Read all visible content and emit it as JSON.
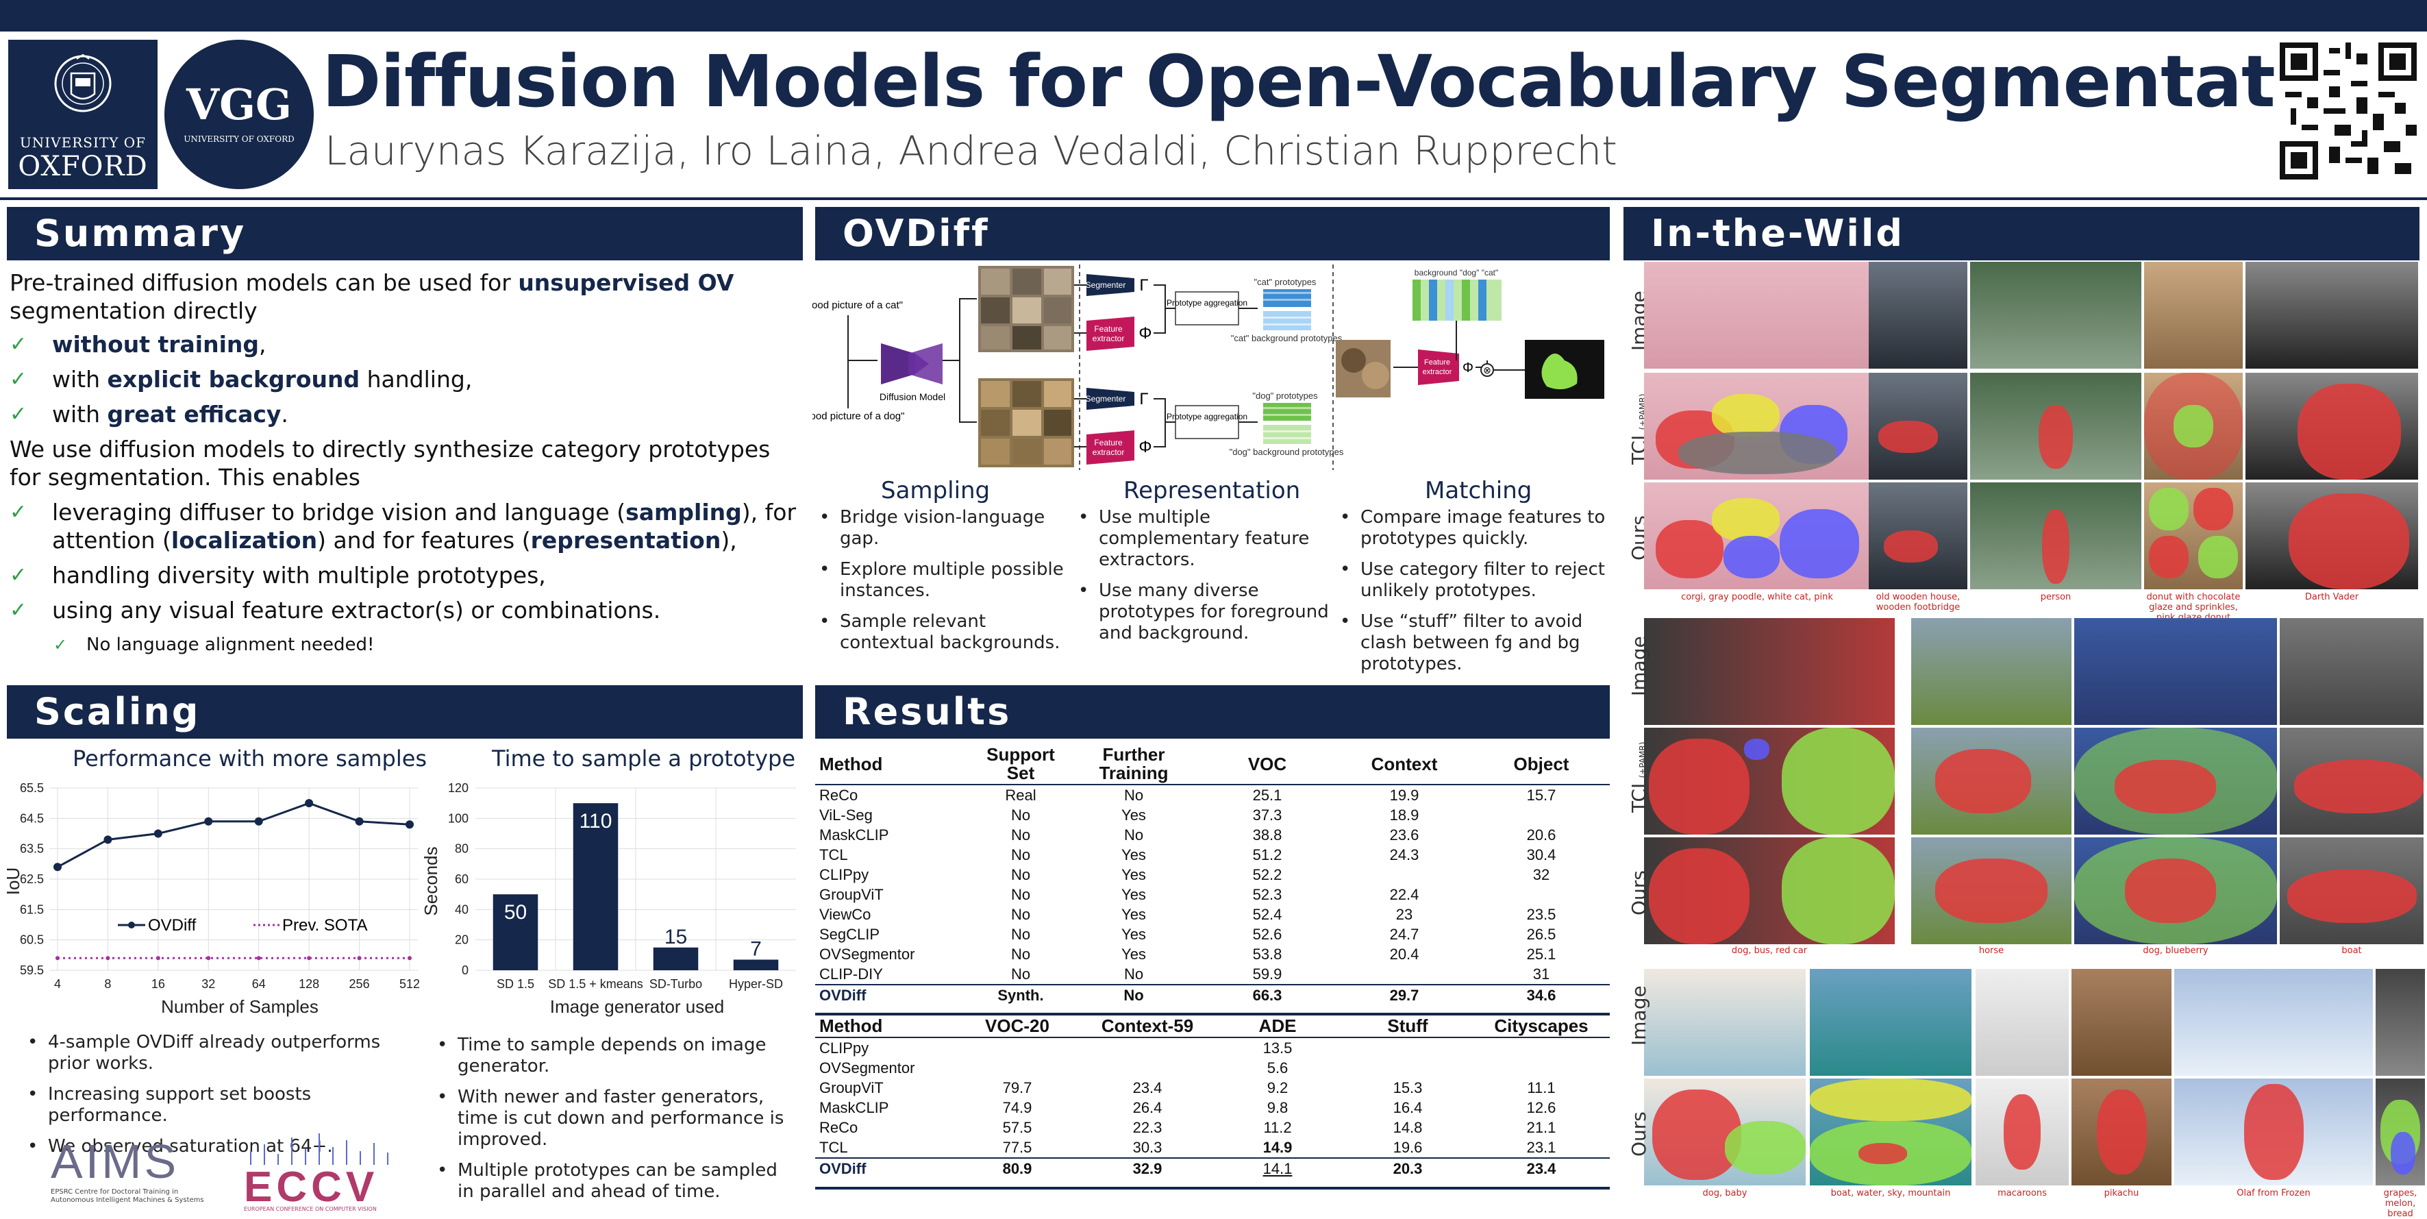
{
  "header": {
    "title": "Diffusion Models for Open-Vocabulary Segmentation",
    "authors": "Laurynas Karazija, Iro Laina, Andrea Vedaldi, Christian Rupprecht",
    "oxford_line1": "UNIVERSITY OF",
    "oxford_line2": "OXFORD",
    "vgg_main": "VGG",
    "vgg_sub": "UNIVERSITY OF OXFORD"
  },
  "summary": {
    "heading": "Summary",
    "intro_pre": "Pre-trained diffusion models can be used for ",
    "intro_bold": "unsupervised OV",
    "intro_post": "segmentation directly",
    "points": [
      {
        "pre": "",
        "bold": "without training",
        "post": ","
      },
      {
        "pre": "with ",
        "bold": "explicit background",
        "post": " handling,"
      },
      {
        "pre": "with ",
        "bold": "great efficacy",
        "post": "."
      }
    ],
    "para2": "We use diffusion models to directly synthesize category prototypes for segmentation. This enables",
    "p2_a": "leveraging diffuser to bridge vision and language (",
    "p2_b": "sampling",
    "p2_c": "), for attention (",
    "p2_d": "localization",
    "p2_e": ") and for features (",
    "p2_f": "representation",
    "p2_g": "),",
    "p3": "handling diversity with multiple prototypes,",
    "p4": "using any visual feature extractor(s) or combinations.",
    "p5": "No language alignment needed!"
  },
  "ovdiff": {
    "heading": "OVDiff",
    "prompt_cat": "\"A good picture of a cat\"",
    "prompt_dog": "\"A good picture of a dog\"",
    "diffusion_label": "Diffusion Model",
    "segmenter": "Segmenter",
    "feature_extractor": "Feature extractor",
    "proto_agg": "Prototype aggregation",
    "cat_protos": "\"cat\" prototypes",
    "cat_bg": "\"cat\" background prototypes",
    "dog_protos": "\"dog\" prototypes",
    "dog_bg": "\"dog\" background prototypes",
    "bg_legend": "background \"dog\" \"cat\"",
    "col_sampling": "Sampling",
    "col_representation": "Representation",
    "col_matching": "Matching",
    "sampling_points": [
      "Bridge vision-language gap.",
      "Explore multiple possible instances.",
      "Sample relevant contextual backgrounds."
    ],
    "representation_points": [
      "Use multiple complementary feature extractors.",
      "Use many diverse prototypes for foreground and background."
    ],
    "matching_points": [
      "Compare image features to prototypes quickly.",
      "Use category filter to reject unlikely prototypes.",
      "Use “stuff” filter to avoid clash between fg and bg prototypes."
    ]
  },
  "scaling": {
    "heading": "Scaling",
    "left_points": [
      "4-sample OVDiff already outperforms prior works.",
      "Increasing support set boosts performance.",
      "We observed saturation at 64+."
    ],
    "right_points": [
      "Time to sample depends on image generator.",
      "With newer and faster generators, time is cut down and performance is improved.",
      "Multiple prototypes can be sampled in parallel and ahead of time."
    ],
    "logo_aims": "AIMS",
    "logo_aims_sub": "EPSRC Centre for Doctoral Training in Autonomous Intelligent Machines & Systems",
    "logo_eccv": "ECCV",
    "logo_eccv_sub": "EUROPEAN CONFERENCE ON COMPUTER VISION"
  },
  "chart_data": [
    {
      "type": "line",
      "title": "Performance with more samples",
      "xlabel": "Number of Samples",
      "ylabel": "IoU",
      "x": [
        "4",
        "8",
        "16",
        "32",
        "64",
        "128",
        "256",
        "512"
      ],
      "series": [
        {
          "name": "OVDiff",
          "values": [
            62.9,
            63.8,
            64.0,
            64.4,
            64.4,
            65.0,
            64.4,
            64.3
          ],
          "color": "#15274a"
        },
        {
          "name": "Prev. SOTA",
          "values": [
            59.9,
            59.9,
            59.9,
            59.9,
            59.9,
            59.9,
            59.9,
            59.9
          ],
          "color": "#a3329e"
        }
      ],
      "yticks": [
        "59.5",
        "60.5",
        "61.5",
        "62.5",
        "63.5",
        "64.5",
        "65.5"
      ],
      "ylim": [
        59.5,
        65.5
      ],
      "grid": true,
      "legend": "bottom-center"
    },
    {
      "type": "bar",
      "title": "Time to sample a prototype",
      "xlabel": "Image generator used",
      "ylabel": "Seconds",
      "categories": [
        "SD 1.5",
        "SD 1.5 + kmeans",
        "SD-Turbo",
        "Hyper-SD"
      ],
      "values": [
        50,
        110,
        15,
        7
      ],
      "yticks": [
        "0",
        "20",
        "40",
        "60",
        "80",
        "100",
        "120"
      ],
      "ylim": [
        0,
        120
      ],
      "grid": true
    }
  ],
  "results": {
    "heading": "Results",
    "table1": {
      "headers": [
        "Method",
        "Support Set",
        "Further Training",
        "VOC",
        "Context",
        "Object"
      ],
      "rows": [
        [
          "ReCo",
          "Real",
          "No",
          "25.1",
          "19.9",
          "15.7"
        ],
        [
          "ViL-Seg",
          "No",
          "Yes",
          "37.3",
          "18.9",
          ""
        ],
        [
          "MaskCLIP",
          "No",
          "No",
          "38.8",
          "23.6",
          "20.6"
        ],
        [
          "TCL",
          "No",
          "Yes",
          "51.2",
          "24.3",
          "30.4"
        ],
        [
          "CLIPpy",
          "No",
          "Yes",
          "52.2",
          "",
          "32"
        ],
        [
          "GroupViT",
          "No",
          "Yes",
          "52.3",
          "22.4",
          ""
        ],
        [
          "ViewCo",
          "No",
          "Yes",
          "52.4",
          "23",
          "23.5"
        ],
        [
          "SegCLIP",
          "No",
          "Yes",
          "52.6",
          "24.7",
          "26.5"
        ],
        [
          "OVSegmentor",
          "No",
          "Yes",
          "53.8",
          "20.4",
          "25.1"
        ],
        [
          "CLIP-DIY",
          "No",
          "No",
          "59.9",
          "",
          "31"
        ]
      ],
      "ours": [
        "OVDiff",
        "Synth.",
        "No",
        "66.3",
        "29.7",
        "34.6"
      ]
    },
    "table2": {
      "headers": [
        "Method",
        "VOC-20",
        "Context-59",
        "ADE",
        "Stuff",
        "Cityscapes"
      ],
      "rows": [
        [
          "CLIPpy",
          "",
          "",
          "13.5",
          "",
          ""
        ],
        [
          "OVSegmentor",
          "",
          "",
          "5.6",
          "",
          ""
        ],
        [
          "GroupViT",
          "79.7",
          "23.4",
          "9.2",
          "15.3",
          "11.1"
        ],
        [
          "MaskCLIP",
          "74.9",
          "26.4",
          "9.8",
          "16.4",
          "12.6"
        ],
        [
          "ReCo",
          "57.5",
          "22.3",
          "11.2",
          "14.8",
          "21.1"
        ],
        [
          "TCL",
          "77.5",
          "30.3",
          "14.9",
          "19.6",
          "23.1"
        ]
      ],
      "ours": [
        "OVDiff",
        "80.9",
        "32.9",
        "14.1",
        "20.3",
        "23.4"
      ]
    }
  },
  "wild": {
    "heading": "In-the-Wild",
    "row_image": "Image",
    "row_tcl": "TCL",
    "row_tcl_sub": "(+PAMR)",
    "row_ours": "Ours",
    "captions1": [
      "corgi, gray poodle, white cat, pink",
      "old wooden house, wooden footbridge",
      "person",
      "donut with chocolate glaze and sprinkles, pink glaze donut",
      "Darth Vader"
    ],
    "captions2": [
      "dog, bus, red car",
      "horse",
      "dog, blueberry",
      "boat"
    ],
    "captions3": [
      "dog, baby",
      "boat, water, sky, mountain",
      "macaroons",
      "pikachu",
      "Olaf from Frozen",
      "grapes, melon, bread"
    ]
  },
  "colors": {
    "navy": "#15274a",
    "red": "#e23b3b",
    "green": "#8fe04c",
    "blue": "#5b5bff",
    "yellow": "#e8e63a"
  }
}
